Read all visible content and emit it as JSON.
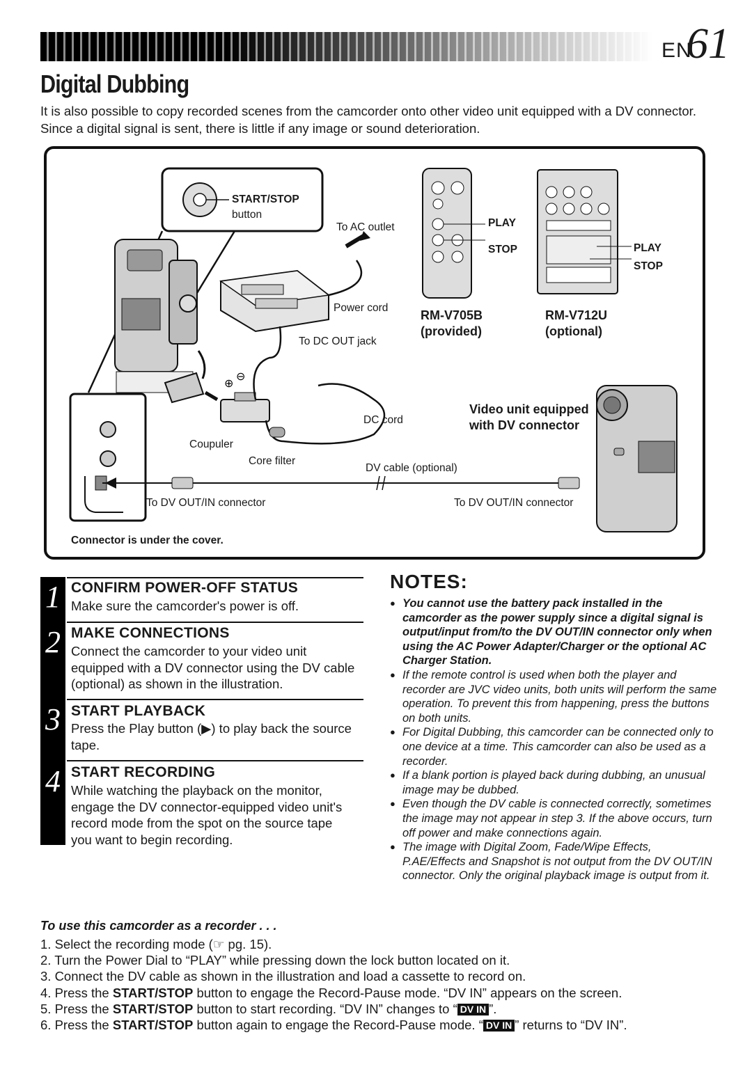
{
  "header": {
    "lang_code": "EN",
    "page_number": "61"
  },
  "title": "Digital Dubbing",
  "intro": "It is also possible to copy recorded scenes from the camcorder onto other video unit equipped with a DV connector. Since a digital signal is sent, there is little if any image or sound deterioration.",
  "illustration": {
    "start_stop_label": "START/STOP",
    "button_label": "button",
    "to_ac_outlet": "To AC outlet",
    "power_cord": "Power cord",
    "to_dc_out_jack": "To DC OUT jack",
    "dc_cord": "DC cord",
    "coupuler": "Coupuler",
    "core_filter": "Core filter",
    "dv_cable_optional": "DV cable (optional)",
    "to_dv_out_in_left": "To DV OUT/IN connector",
    "to_dv_out_in_right": "To DV OUT/IN connector",
    "connector_under_cover": "Connector is under the cover.",
    "video_unit_equipped": "Video unit equipped",
    "with_dv_connector": "with DV connector",
    "remote1": {
      "play": "PLAY",
      "stop": "STOP",
      "model": "RM-V705B",
      "note": "(provided)"
    },
    "remote2": {
      "play": "PLAY",
      "stop": "STOP",
      "model": "RM-V712U",
      "note": "(optional)"
    }
  },
  "steps": [
    {
      "num": "1",
      "heading": "CONFIRM POWER-OFF STATUS",
      "text": "Make sure the camcorder's power is off."
    },
    {
      "num": "2",
      "heading": "MAKE CONNECTIONS",
      "text": "Connect the camcorder to your video unit equipped with a DV connector using the DV cable (optional) as shown in the illustration."
    },
    {
      "num": "3",
      "heading": "START PLAYBACK",
      "text": "Press the Play button (▶) to play back the source tape."
    },
    {
      "num": "4",
      "heading": "START RECORDING",
      "text": "While watching the playback on the monitor, engage the DV connector-equipped video unit's record mode from the spot on the source tape you want to begin recording."
    }
  ],
  "notes": {
    "title": "NOTES:",
    "items": [
      "You cannot use the battery pack installed in the camcorder as the power supply since a digital signal is output/input from/to the DV OUT/IN connector only when using the AC Power Adapter/Charger or the optional AC Charger Station.",
      "If the remote control is used when both the player and recorder are JVC video units, both units will perform the same operation. To prevent this from happening, press the buttons on both units.",
      "For Digital Dubbing, this camcorder can be connected only to one device at a time. This camcorder can also be used as a recorder.",
      "If a blank portion is played back during dubbing, an unusual image may be dubbed.",
      "Even though the DV cable is connected correctly, sometimes the image may not appear in step 3. If the above occurs, turn off power and make connections again.",
      "The image with Digital Zoom, Fade/Wipe Effects, P.AE/Effects and Snapshot is not output from the DV OUT/IN connector. Only the original playback image is output from it."
    ]
  },
  "recorder": {
    "title": "To use this camcorder as a recorder . . .",
    "step1": "1. Select the recording mode (☞ pg. 15).",
    "step2": "2. Turn the Power Dial to “PLAY” while pressing down the lock button located on it.",
    "step3": "3. Connect the DV cable as shown in the illustration and load a cassette to record on.",
    "step4_pre": "4. Press the ",
    "step4_bold": "START/STOP",
    "step4_post": " button to engage the Record-Pause mode. “DV IN” appears on the screen.",
    "step5_pre": "5. Press the ",
    "step5_bold": "START/STOP",
    "step5_mid": " button to start recording. “DV IN” changes to “",
    "step5_badge": "DV IN",
    "step5_post": "”.",
    "step6_pre": "6. Press the ",
    "step6_bold": "START/STOP",
    "step6_mid": " button again to engage the Record-Pause mode. “",
    "step6_badge": "DV IN",
    "step6_post": "” returns to “DV IN”."
  }
}
